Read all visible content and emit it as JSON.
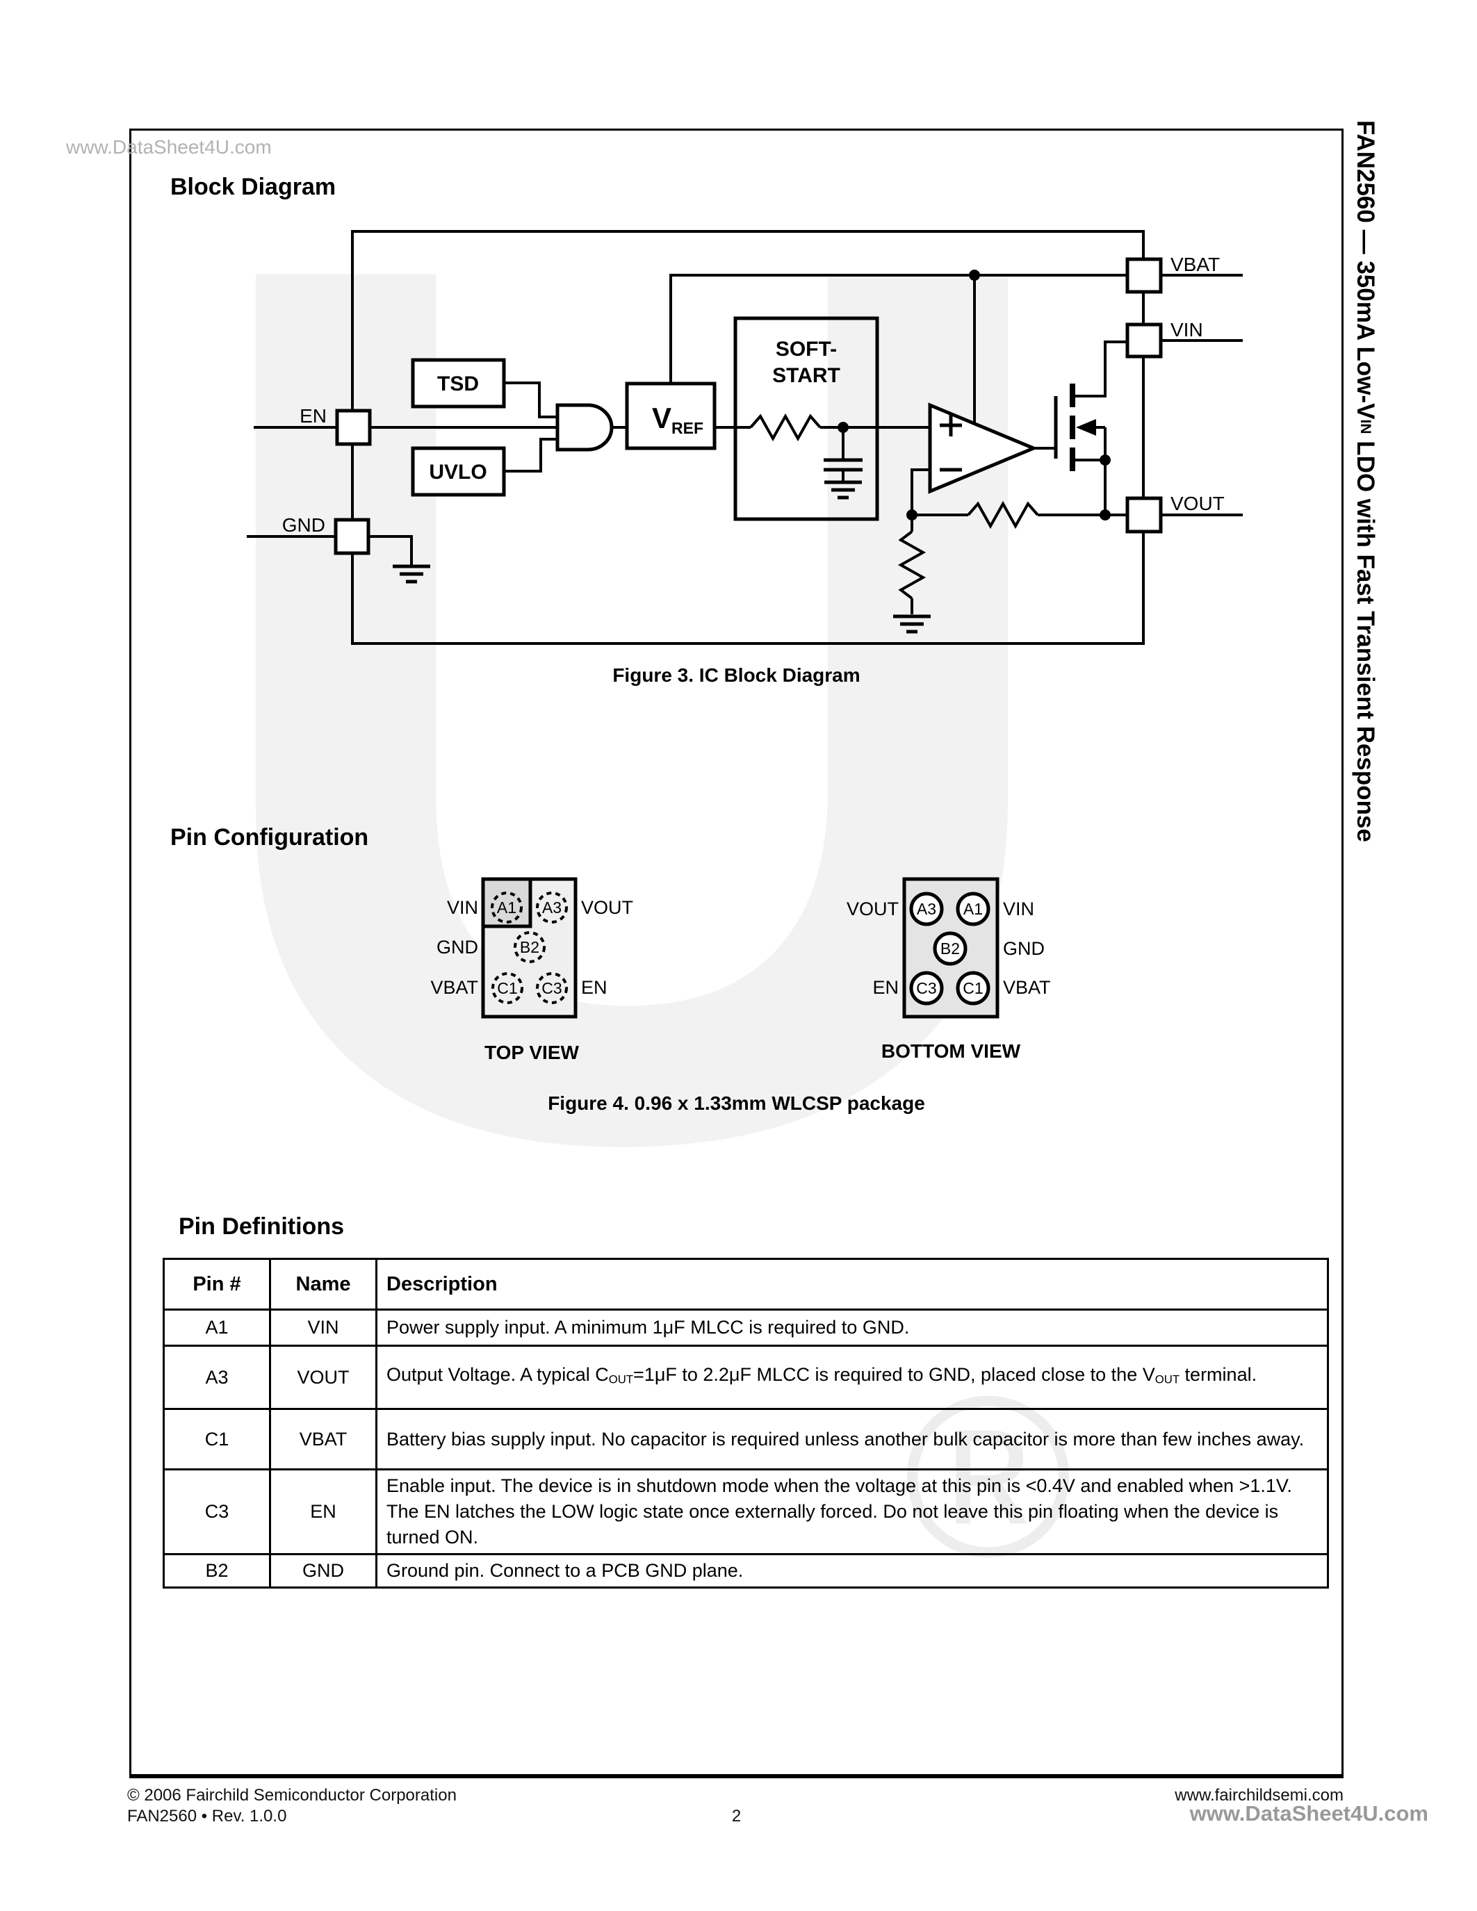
{
  "watermark": {
    "top_text": "www.DataSheet4U.com",
    "big_letter": "U",
    "registered": "®",
    "brand_text": "www.DataSheet4U.com"
  },
  "sidebar_title": {
    "part1": "FAN2560 — 350mA Low-V",
    "sub": "IN",
    "part2": " LDO with Fast Transient Response"
  },
  "sections": {
    "block_diagram": {
      "heading": "Block Diagram",
      "figure_caption": "Figure 3. IC Block Diagram"
    },
    "pin_configuration": {
      "heading": "Pin Configuration",
      "top_view_label": "TOP VIEW",
      "bottom_view_label": "BOTTOM VIEW",
      "figure_caption": "Figure 4. 0.96 x 1.33mm WLCSP package"
    },
    "pin_definitions": {
      "heading": "Pin Definitions"
    }
  },
  "diagram": {
    "labels": {
      "en": "EN",
      "gnd": "GND",
      "tsd": "TSD",
      "uvlo": "UVLO",
      "vref_main": "V",
      "vref_sub": "REF",
      "soft_line1": "SOFT-",
      "soft_line2": "START",
      "vbat": "VBAT",
      "vin": "VIN",
      "vout": "VOUT",
      "plus": "+",
      "minus": "−"
    }
  },
  "pin_config": {
    "pads": {
      "a1": "A1",
      "a3": "A3",
      "b2": "B2",
      "c1": "C1",
      "c3": "C3"
    },
    "signals": {
      "vin": "VIN",
      "vout": "VOUT",
      "gnd": "GND",
      "vbat": "VBAT",
      "en": "EN"
    }
  },
  "colors": {
    "top_package_fill": "#efefef",
    "top_package_a1_quadrant": "#d9d9d9",
    "bottom_package_fill": "#e4e4e4"
  },
  "table": {
    "headers": [
      "Pin #",
      "Name",
      "Description"
    ],
    "rows": [
      {
        "pin": "A1",
        "name": "VIN",
        "desc": [
          {
            "t": "Power supply input. A minimum 1μF MLCC is required to GND."
          }
        ]
      },
      {
        "pin": "A3",
        "name": "VOUT",
        "desc": [
          {
            "t": "Output Voltage. A typical C"
          },
          {
            "s": "OUT"
          },
          {
            "t": "=1μF to 2.2μF MLCC is required to GND, placed close to the V"
          },
          {
            "s": "OUT"
          },
          {
            "t": " terminal."
          }
        ]
      },
      {
        "pin": "C1",
        "name": "VBAT",
        "desc": [
          {
            "t": "Battery bias supply input. No capacitor is required unless another bulk capacitor is more than few inches away."
          }
        ]
      },
      {
        "pin": "C3",
        "name": "EN",
        "desc": [
          {
            "t": "Enable input. The device is in shutdown mode when the voltage at this pin is <0.4V and enabled when >1.1V. The EN latches the LOW logic state once externally forced. Do not leave this pin floating when the device is turned ON."
          }
        ]
      },
      {
        "pin": "B2",
        "name": "GND",
        "desc": [
          {
            "t": "Ground pin. Connect to a PCB GND plane."
          }
        ]
      }
    ]
  },
  "footer": {
    "copyright": "© 2006 Fairchild Semiconductor Corporation",
    "doc_rev": "FAN2560 • Rev. 1.0.0",
    "page_number": "2",
    "website": "www.fairchildsemi.com"
  }
}
